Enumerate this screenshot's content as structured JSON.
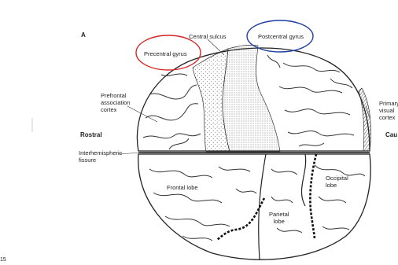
{
  "figure": {
    "panel_letter": "A",
    "page_number_fragment": "15"
  },
  "labels": {
    "central_sulcus": "Central sulcus",
    "precentral_gyrus": "Precentral gyrus",
    "postcentral_gyrus": "Postcentral gyrus",
    "prefrontal_association_cortex": [
      "Prefrontal",
      "association",
      "cortex"
    ],
    "primary_visual_cortex": [
      "Primary",
      "visual",
      "cortex"
    ],
    "rostral": "Rostral",
    "caudal_fragment": "Cau",
    "interhemispheric_fissure": [
      "Interhemispheric",
      "fissure"
    ],
    "frontal_lobe": "Frontal lobe",
    "parietal_lobe": [
      "Parietal",
      "lobe"
    ],
    "occipital_lobe": [
      "Occipital",
      "lobe"
    ]
  },
  "highlight_colors": {
    "precentral_ellipse": "#d62828",
    "postcentral_ellipse": "#1f3fa3"
  }
}
